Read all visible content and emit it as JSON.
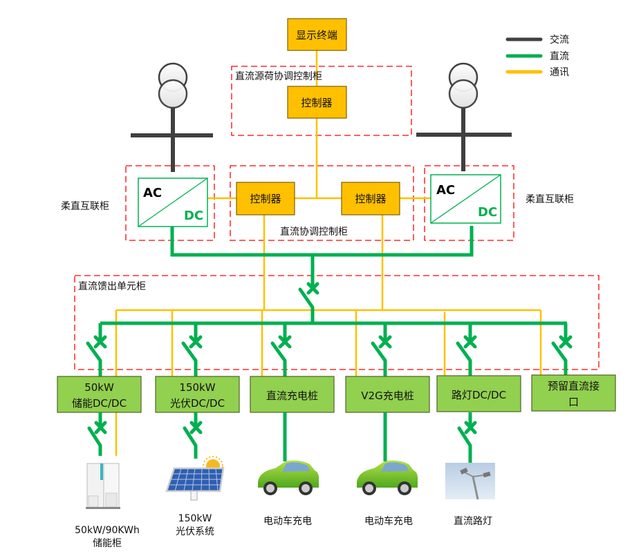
{
  "legend": {
    "items": [
      {
        "label": "交流",
        "color": "#404040"
      },
      {
        "label": "直流",
        "color": "#00b050"
      },
      {
        "label": "通讯",
        "color": "#ffc000"
      }
    ]
  },
  "top": {
    "display_terminal": "显示终端",
    "coord_cabinet_label": "直流源荷协调控制柜",
    "coord_controller": "控制器"
  },
  "interconnect": {
    "left_label": "柔直互联柜",
    "right_label": "柔直互联柜",
    "ac_text": "AC",
    "dc_text": "DC"
  },
  "dc_control_cabinet": {
    "label": "直流协调控制柜",
    "controller_left": "控制器",
    "controller_right": "控制器"
  },
  "feeder_cabinet": {
    "label": "直流馈出单元柜"
  },
  "units": [
    {
      "line1": "50kW",
      "line2": "储能DC/DC"
    },
    {
      "line1": "150kW",
      "line2": "光伏DC/DC"
    },
    {
      "line1": "直流充电桩",
      "line2": ""
    },
    {
      "line1": "V2G充电桩",
      "line2": ""
    },
    {
      "line1": "路灯DC/DC",
      "line2": ""
    },
    {
      "line1": "预留直流接",
      "line2": "口"
    }
  ],
  "devices": [
    {
      "line1": "50kW/90KWh",
      "line2": "储能柜"
    },
    {
      "line1": "150kW",
      "line2": "光伏系统"
    },
    {
      "line1": "电动车充电",
      "line2": ""
    },
    {
      "line1": "电动车充电",
      "line2": ""
    },
    {
      "line1": "直流路灯",
      "line2": ""
    }
  ]
}
